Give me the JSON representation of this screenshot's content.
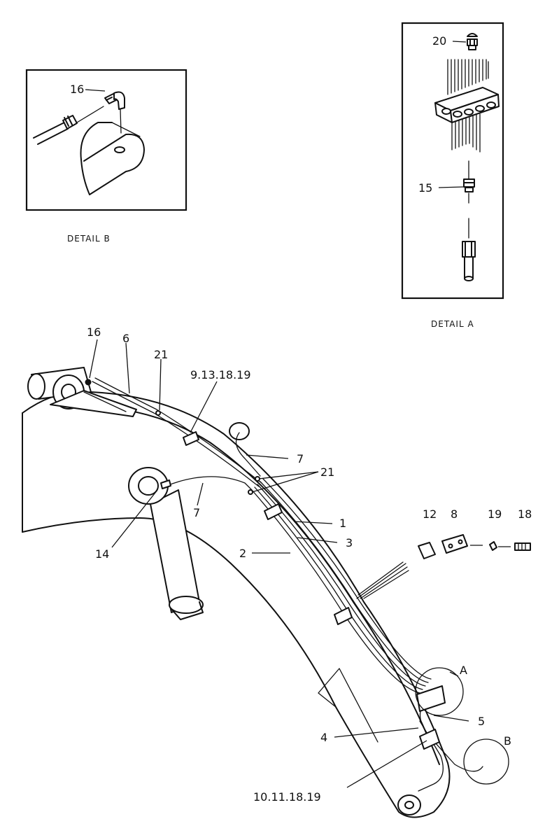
{
  "detail_b": {
    "caption": "DETAIL B",
    "callouts": [
      "16"
    ]
  },
  "detail_a": {
    "caption": "DETAIL A",
    "callouts": [
      "20",
      "15"
    ]
  },
  "main_callouts": {
    "c16": "16",
    "c6": "6",
    "c21_top": "21",
    "c9": "9.13.18.19",
    "c7_upper": "7",
    "c21_mid": "21",
    "c7_lower": "7",
    "c14": "14",
    "c1": "1",
    "c3": "3",
    "c2": "2",
    "c12": "12",
    "c8": "8",
    "c19": "19",
    "c18": "18",
    "cA": "A",
    "c5": "5",
    "c4": "4",
    "cB": "B",
    "c10": "10.11.18.19"
  }
}
